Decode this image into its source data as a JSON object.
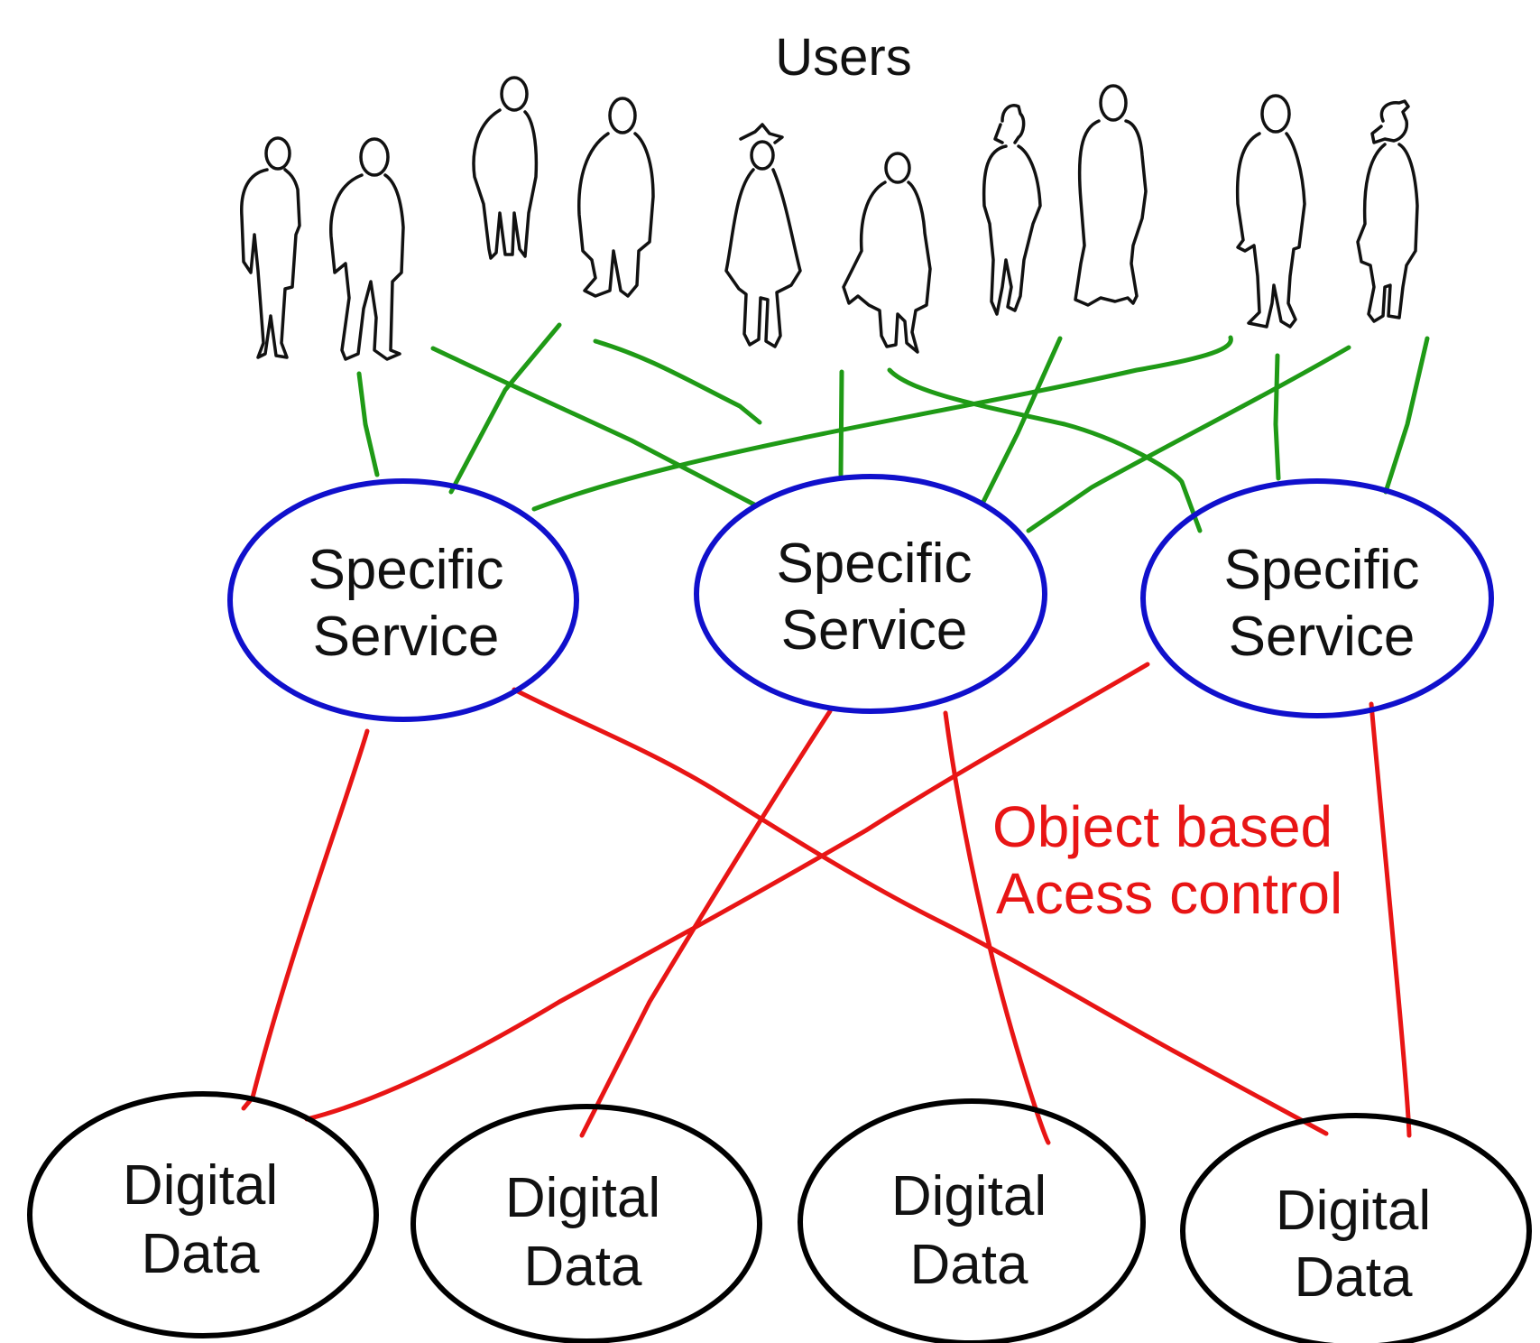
{
  "users_label": "Users",
  "services": [
    {
      "line1": "Specific",
      "line2": "Service"
    },
    {
      "line1": "Specific",
      "line2": "Service"
    },
    {
      "line1": "Specific",
      "line2": "Service"
    }
  ],
  "data_stores": [
    {
      "line1": "Digital",
      "line2": "Data"
    },
    {
      "line1": "Digital",
      "line2": "Data"
    },
    {
      "line1": "Digital",
      "line2": "Data"
    },
    {
      "line1": "Digital",
      "line2": "Data"
    }
  ],
  "annotation": {
    "line1": "Object based",
    "line2": "Acess control"
  },
  "colors": {
    "user_links": "#1f9a16",
    "service_outline": "#1010cc",
    "data_outline": "#000000",
    "access_links": "#e81515",
    "annotation_text": "#e81515"
  }
}
